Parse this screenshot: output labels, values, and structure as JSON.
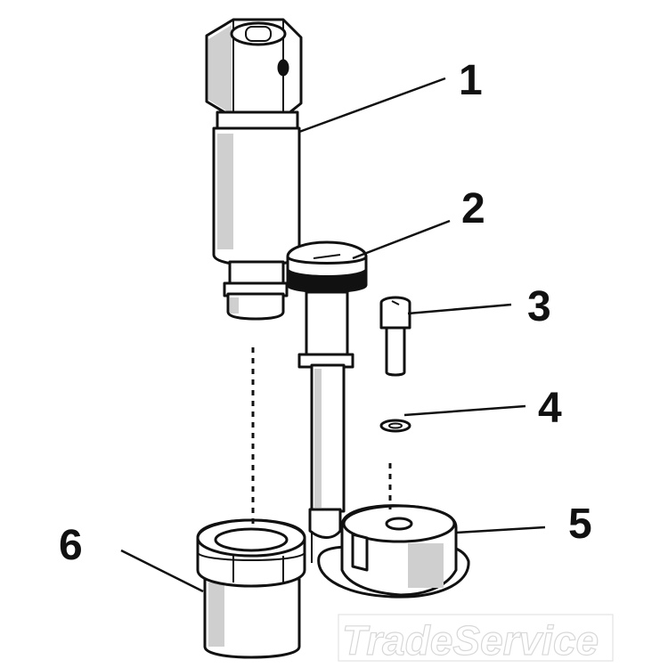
{
  "diagram": {
    "callouts": [
      {
        "id": "1",
        "text": "1"
      },
      {
        "id": "2",
        "text": "2"
      },
      {
        "id": "3",
        "text": "3"
      },
      {
        "id": "4",
        "text": "4"
      },
      {
        "id": "5",
        "text": "5"
      },
      {
        "id": "6",
        "text": "6"
      }
    ],
    "watermark": "TradeService"
  }
}
